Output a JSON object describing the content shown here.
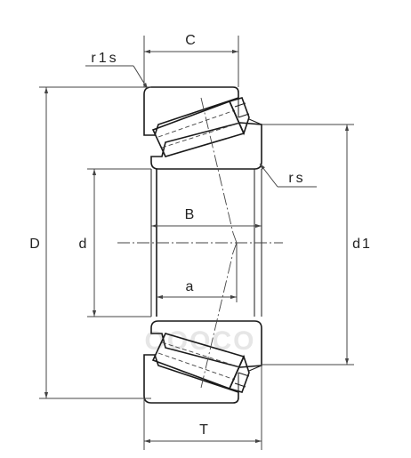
{
  "labels": {
    "C": "C",
    "r1s": "r1s",
    "rs": "rs",
    "D": "D",
    "d": "d",
    "B": "B",
    "a": "a",
    "d1": "d1",
    "T": "T"
  },
  "watermark": "OOOCO",
  "colors": {
    "line": "#1a1a1a",
    "dimension": "#444444",
    "watermark": "#e6e6e6",
    "background": "#ffffff"
  }
}
